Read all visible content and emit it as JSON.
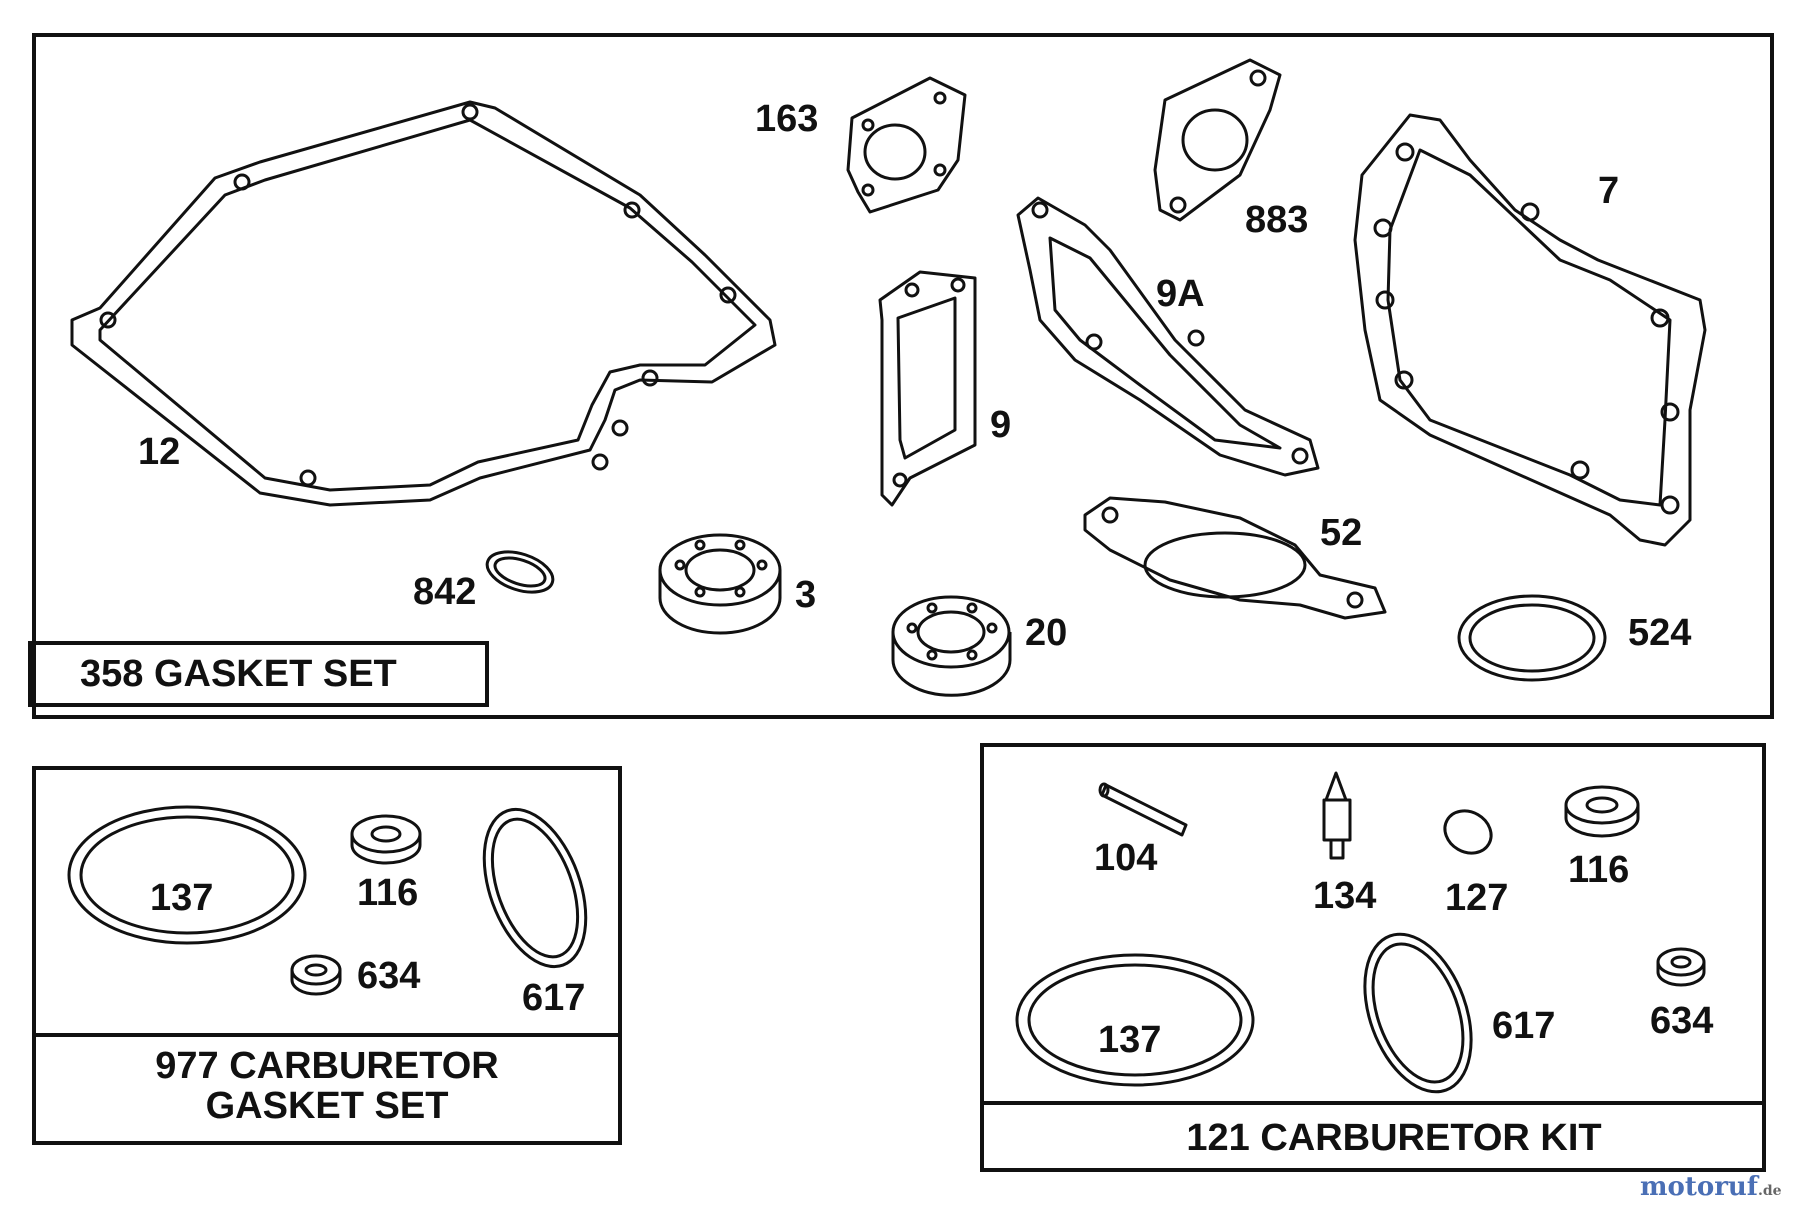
{
  "panels": {
    "gasket_set": {
      "title": "358 GASKET SET",
      "labels": {
        "p12": "12",
        "p163": "163",
        "p883": "883",
        "p7": "7",
        "p9a": "9A",
        "p9": "9",
        "p52": "52",
        "p842": "842",
        "p3": "3",
        "p20": "20",
        "p524": "524"
      }
    },
    "carb_gasket_set": {
      "title_line1": "977 CARBURETOR",
      "title_line2": "GASKET SET",
      "labels": {
        "p137": "137",
        "p116": "116",
        "p634": "634",
        "p617": "617"
      }
    },
    "carb_kit": {
      "title": "121 CARBURETOR KIT",
      "labels": {
        "p104": "104",
        "p134": "134",
        "p127": "127",
        "p116": "116",
        "p137": "137",
        "p617": "617",
        "p634": "634"
      }
    }
  },
  "watermark": {
    "brand": "motoruf",
    "suffix": ".de"
  }
}
